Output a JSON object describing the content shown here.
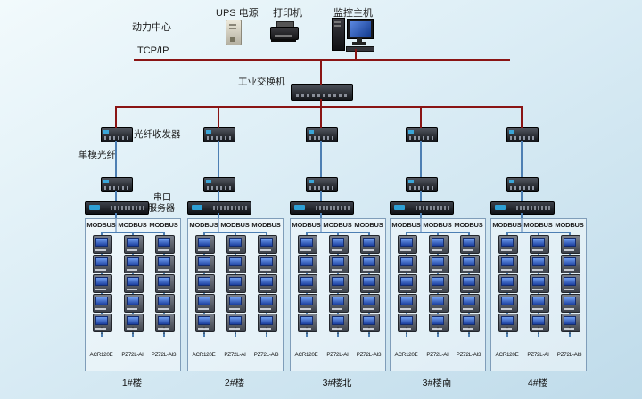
{
  "title_area": {
    "power_center": "动力中心",
    "ups_label": "UPS 电源",
    "printer_label": "打印机",
    "host_label": "监控主机",
    "tcpip_label": "TCP/IP",
    "switch_label": "工业交换机"
  },
  "branch_labels": {
    "fiber_transceiver": "光纤收发器",
    "single_mode_fiber": "单模光纤",
    "serial_server_line1": "串口",
    "serial_server_line2": "服务器"
  },
  "modbus_label": "MODBUS",
  "meter_models": [
    "ACR120E",
    "PZ72L-AI",
    "PZ72L-AI3"
  ],
  "buildings": [
    "1#楼",
    "2#楼",
    "3#楼北",
    "3#楼南",
    "4#楼"
  ],
  "meters_per_column": 5,
  "ellipsis": "⋮",
  "colors": {
    "backbone": "#8a1414",
    "branch_line": "#4d7fb3"
  }
}
